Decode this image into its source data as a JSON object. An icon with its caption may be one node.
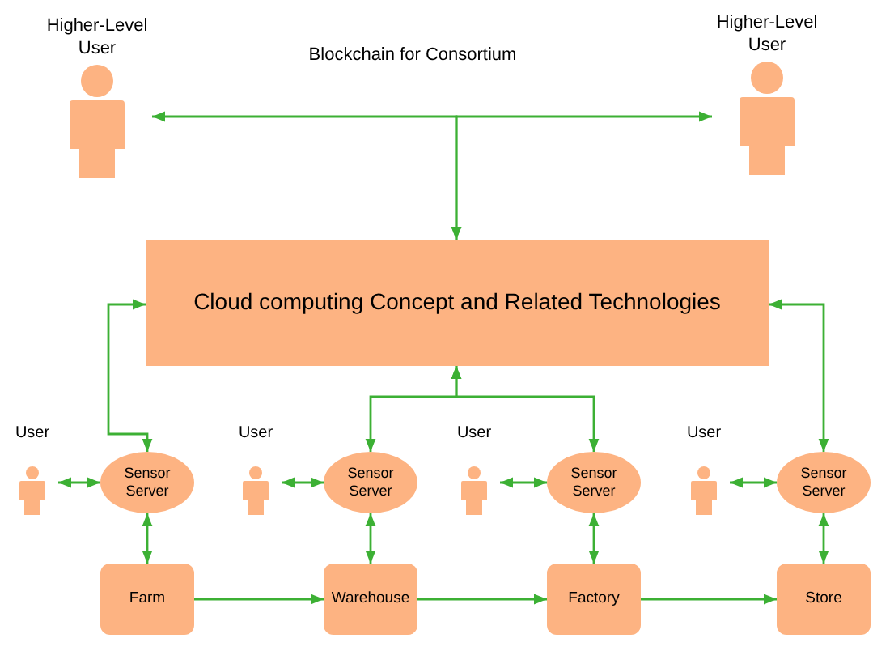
{
  "diagram": {
    "nodes": [
      {
        "text": [
          "Higher-Level User"
        ]
      },
      {
        "text": [
          "Higher-Level User"
        ]
      },
      {
        "text": [
          "Cloud computing Concept and Related Technologies"
        ]
      },
      {
        "text": [
          "User"
        ]
      },
      {
        "text": [
          "User"
        ]
      },
      {
        "text": [
          "User"
        ]
      },
      {
        "text": [
          "User"
        ]
      },
      {
        "text": [
          "Sensor Server"
        ]
      },
      {
        "text": [
          "Sensor Server"
        ]
      },
      {
        "text": [
          "Sensor Server"
        ]
      },
      {
        "text": [
          "Sensor Server"
        ]
      },
      {
        "text": [
          "Farm"
        ]
      },
      {
        "text": [
          "Warehouse"
        ]
      },
      {
        "text": [
          "Factory"
        ]
      },
      {
        "text": [
          "Store"
        ]
      }
    ],
    "edges": [
      {
        "from": 2,
        "to": 0,
        "arrow": "both"
      },
      {
        "from": 2,
        "to": 1,
        "arrow": "both"
      },
      {
        "from": 2,
        "to": 7,
        "arrow": "both"
      },
      {
        "from": 2,
        "to": 8,
        "arrow": "both"
      },
      {
        "from": 2,
        "to": 9,
        "arrow": "both"
      },
      {
        "from": 2,
        "to": 10,
        "arrow": "both"
      },
      {
        "from": 3,
        "to": 7,
        "arrow": "both"
      },
      {
        "from": 4,
        "to": 8,
        "arrow": "both"
      },
      {
        "from": 5,
        "to": 9,
        "arrow": "both"
      },
      {
        "from": 6,
        "to": 10,
        "arrow": "both"
      },
      {
        "from": 7,
        "to": 11,
        "arrow": "both"
      },
      {
        "from": 8,
        "to": 12,
        "arrow": "both"
      },
      {
        "from": 9,
        "to": 13,
        "arrow": "both"
      },
      {
        "from": 10,
        "to": 14,
        "arrow": "both"
      },
      {
        "from": 11,
        "to": 12,
        "arrow": "to"
      },
      {
        "from": 12,
        "to": 13,
        "arrow": "to"
      },
      {
        "from": 13,
        "to": 14,
        "arrow": "to"
      }
    ],
    "labels": [
      "Blockchain for Consortium"
    ]
  }
}
